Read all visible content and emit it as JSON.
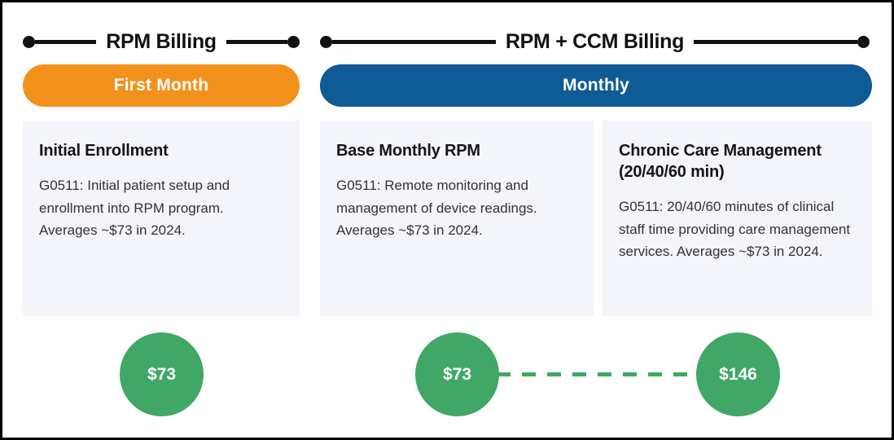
{
  "sections": [
    {
      "header": "RPM Billing",
      "pill": "First Month"
    },
    {
      "header": "RPM + CCM Billing",
      "pill": "Monthly"
    }
  ],
  "cards": [
    {
      "title": "Initial Enrollment",
      "body": "G0511: Initial patient setup and enrollment into RPM program. Averages ~$73 in 2024."
    },
    {
      "title": "Base Monthly RPM",
      "body": "G0511: Remote monitoring and management of device readings. Averages ~$73 in 2024."
    },
    {
      "title": "Chronic Care Management (20/40/60 min)",
      "body": "G0511: 20/40/60 minutes of clinical staff time providing care management services. Averages ~$73 in 2024."
    }
  ],
  "prices": [
    "$73",
    "$73",
    "$146"
  ],
  "colors": {
    "orange": "#F2921D",
    "blue": "#0F5B96",
    "green": "#41A767",
    "card_background": "#F4F5FA",
    "line_black": "#111111"
  }
}
